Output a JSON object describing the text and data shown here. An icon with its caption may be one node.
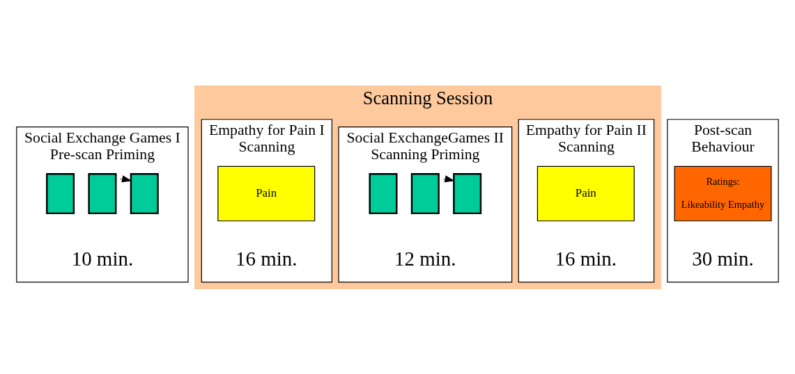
{
  "diagram": {
    "nodes": [
      {
        "text": [
          "Scanning Session"
        ]
      },
      {
        "text": [
          "Social Exchange Games I",
          "Pre-scan Priming"
        ],
        "beside": [
          "10 min."
        ]
      },
      {
        "text": [],
        "shape": "box",
        "in": 1
      },
      {
        "text": [],
        "shape": "box",
        "in": 1
      },
      {
        "text": [],
        "shape": "box",
        "in": 1
      },
      {
        "text": [
          "Empathy for Pain I",
          "Scanning"
        ],
        "in": 0,
        "beside": [
          "16 min."
        ]
      },
      {
        "text": [
          "Pain"
        ],
        "in": 5
      },
      {
        "text": [
          "Social ExchangeGames II",
          "Scanning Priming"
        ],
        "in": 0,
        "beside": [
          "12 min."
        ]
      },
      {
        "text": [],
        "shape": "box",
        "in": 7
      },
      {
        "text": [],
        "shape": "box",
        "in": 7
      },
      {
        "text": [],
        "shape": "box",
        "in": 7
      },
      {
        "text": [
          "Empathy for Pain II",
          "Scanning"
        ],
        "in": 0,
        "beside": [
          "16 min."
        ]
      },
      {
        "text": [
          "Pain"
        ],
        "in": 11
      },
      {
        "text": [
          "Post-scan",
          "Behaviour"
        ],
        "beside": [
          "30 min."
        ]
      },
      {
        "text": [
          "Ratings:",
          "Likeability Empathy"
        ],
        "in": 13
      }
    ],
    "edges": [
      {
        "from": 3,
        "to": 4,
        "arrow": "to",
        "style": "dashed"
      },
      {
        "from": 9,
        "to": 10,
        "arrow": "to",
        "style": "dashed"
      }
    ]
  }
}
